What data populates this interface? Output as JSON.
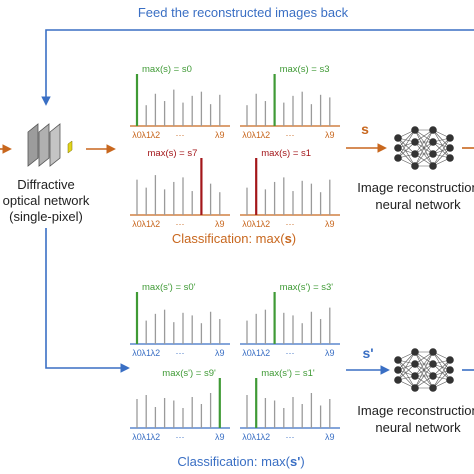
{
  "colors": {
    "blue": "#3a6fc4",
    "orange": "#c8671e",
    "green": "#3f9a35",
    "red": "#a3161a",
    "gray": "#9a9a9a",
    "text": "#222222"
  },
  "feedback_label": "Feed the reconstructed images back",
  "optical_network": {
    "line1": "Diffractive",
    "line2": "optical network",
    "line3": "(single-pixel)"
  },
  "signal_s": "s",
  "signal_s_prime": "s'",
  "reconstruction_top": {
    "line1": "Image reconstruction",
    "line2": "neural network"
  },
  "reconstruction_bottom": {
    "line1": "Image reconstruction",
    "line2": "neural network"
  },
  "classification_top": {
    "prefix": "Classification: max(",
    "sym": "s",
    "suffix": ")"
  },
  "classification_bottom": {
    "prefix": "Classification: max(",
    "sym": "s'",
    "suffix": ")"
  },
  "axis_labels": {
    "l0": "λ0",
    "l1": "λ1",
    "l2": "λ2",
    "dots": "···",
    "l9": "λ9"
  },
  "panels": [
    {
      "id": "p1",
      "label": "max(s) = s0",
      "highlight": "green",
      "peak_index": 0
    },
    {
      "id": "p2",
      "label": "max(s) = s3",
      "highlight": "green",
      "peak_index": 3
    },
    {
      "id": "p3",
      "label": "max(s) = s7",
      "highlight": "red",
      "peak_index": 7
    },
    {
      "id": "p4",
      "label": "max(s) = s1",
      "highlight": "red",
      "peak_index": 1
    },
    {
      "id": "p5",
      "label": "max(s') = s0'",
      "highlight": "green",
      "peak_index": 0
    },
    {
      "id": "p6",
      "label": "max(s') = s3'",
      "highlight": "green",
      "peak_index": 3
    },
    {
      "id": "p7",
      "label": "max(s') = s9'",
      "highlight": "green",
      "peak_index": 9
    },
    {
      "id": "p8",
      "label": "max(s') = s1'",
      "highlight": "green",
      "peak_index": 1
    }
  ]
}
